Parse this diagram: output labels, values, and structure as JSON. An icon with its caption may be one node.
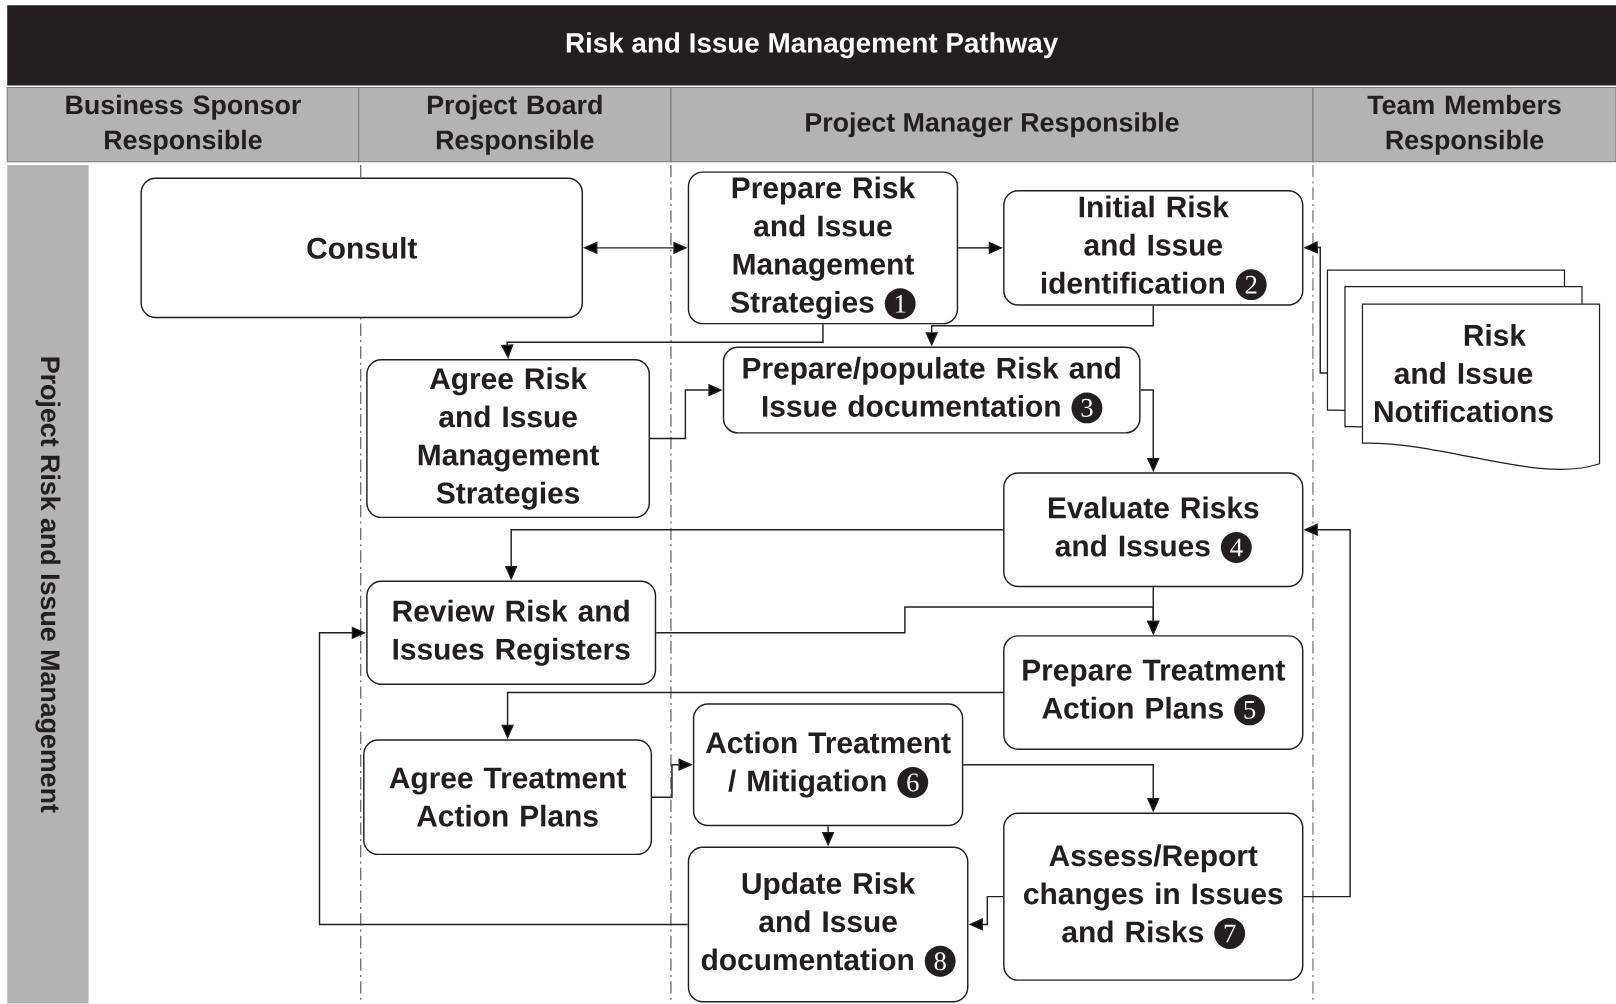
{
  "diagram": {
    "title": "Risk and Issue Management Pathway",
    "nodes": [
      {
        "text": [
          "Business Sponsor Responsible"
        ]
      },
      {
        "text": [
          "Project Board Responsible"
        ]
      },
      {
        "text": [
          "Project Manager Responsible"
        ]
      },
      {
        "text": [
          "Team Members Responsible"
        ]
      },
      {
        "text": [
          "Project  Risk and Issue Management"
        ]
      },
      {
        "text": [
          "Consult"
        ]
      },
      {
        "text": [
          "Prepare Risk and Issue Management Strategies",
          "1"
        ]
      },
      {
        "text": [
          "Initial Risk and Issue identification",
          "2"
        ]
      },
      {
        "text": [
          "Risk and Issue Notifications"
        ]
      },
      {
        "text": [
          "Agree Risk and Issue Management Strategies"
        ]
      },
      {
        "text": [
          "Prepare/populate Risk and Issue documentation",
          "3"
        ]
      },
      {
        "text": [
          "Evaluate Risks and Issues",
          "4"
        ]
      },
      {
        "text": [
          "Review Risk and Issues Registers"
        ]
      },
      {
        "text": [
          "Prepare Treatment Action Plans",
          "5"
        ]
      },
      {
        "text": [
          "Agree Treatment Action Plans"
        ]
      },
      {
        "text": [
          "Action Treatment / Mitigation",
          "6"
        ]
      },
      {
        "text": [
          "Assess/Report changes in Issues and Risks",
          "7"
        ]
      },
      {
        "text": [
          "Update Risk and Issue documentation",
          "8"
        ]
      }
    ],
    "edges": [
      {
        "from": 5,
        "to": 6,
        "arrow": "both"
      },
      {
        "from": 6,
        "to": 7,
        "arrow": "to"
      },
      {
        "from": 6,
        "to": 9,
        "arrow": "to"
      },
      {
        "from": 7,
        "to": 10,
        "arrow": "to"
      },
      {
        "from": 9,
        "to": 10,
        "arrow": "to"
      },
      {
        "from": 10,
        "to": 11,
        "arrow": "to"
      },
      {
        "from": 8,
        "to": 7,
        "arrow": "to"
      },
      {
        "from": 11,
        "to": 12,
        "arrow": "to"
      },
      {
        "from": 11,
        "to": 13,
        "arrow": "to"
      },
      {
        "from": 12,
        "to": 13,
        "arrow": "to"
      },
      {
        "from": 13,
        "to": 14,
        "arrow": "to"
      },
      {
        "from": 14,
        "to": 15,
        "arrow": "to"
      },
      {
        "from": 15,
        "to": 17,
        "arrow": "to"
      },
      {
        "from": 15,
        "to": 16,
        "arrow": "to"
      },
      {
        "from": 16,
        "to": 17,
        "arrow": "to"
      },
      {
        "from": 16,
        "to": 11,
        "arrow": "to"
      },
      {
        "from": 17,
        "to": 12,
        "arrow": "to"
      }
    ]
  }
}
